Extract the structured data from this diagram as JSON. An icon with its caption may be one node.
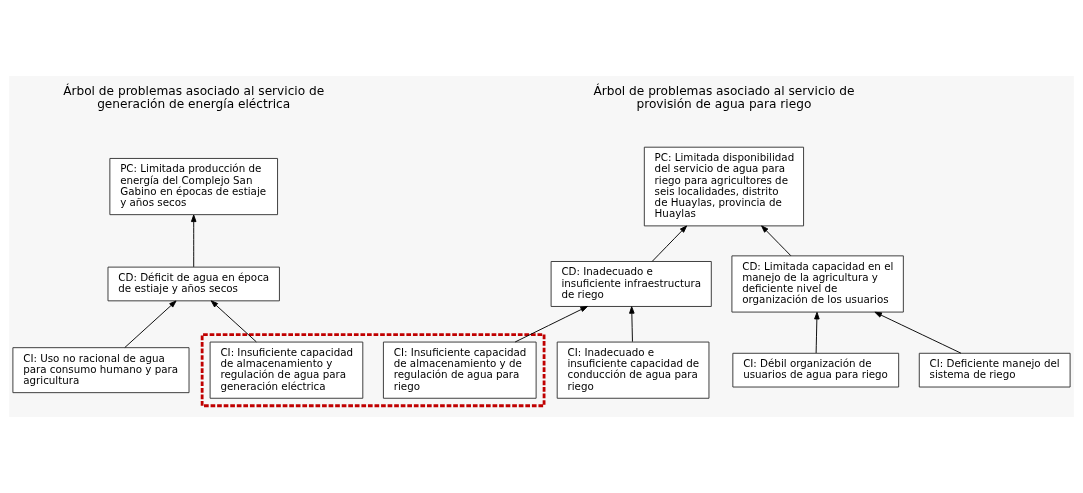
{
  "diagram": {
    "nodes": [
      {
        "text": [
          "PC: Limitada producción de energía del Complejo San Gabino en épocas de estiaje y años secos"
        ]
      },
      {
        "text": [
          "CD: Déficit de agua en época de estiaje y años secos"
        ]
      },
      {
        "text": [
          "CI: Uso no racional de agua para consumo humano y para agricultura"
        ]
      },
      {
        "text": [],
        "shape": "box"
      },
      {
        "text": [
          "CI: Insuficiente capacidad de almacenamiento y regulación de agua para generación eléctrica"
        ],
        "in": 3
      },
      {
        "text": [
          "CI: Insuficiente capacidad de almacenamiento y de regulación de agua para riego"
        ],
        "in": 3
      },
      {
        "text": [
          "PC: Limitada disponibilidad del servicio de agua para riego para agricultores de seis localidades, distrito de Huaylas, provincia de Huaylas"
        ]
      },
      {
        "text": [
          "CD: Inadecuado e insuficiente infraestructura de riego"
        ]
      },
      {
        "text": [
          "CD: Limitada capacidad en el manejo de la agricultura y deficiente nivel de organización de los usuarios"
        ]
      },
      {
        "text": [
          "CI: Inadecuado e insuficiente capacidad de conducción de agua para riego"
        ]
      },
      {
        "text": [
          "CI: Débil organización de usuarios de agua para riego"
        ]
      },
      {
        "text": [
          "CI: Deficiente manejo del sistema de riego"
        ]
      }
    ],
    "edges": [
      {
        "from": 1,
        "to": 0,
        "arrow": "to"
      },
      {
        "from": 2,
        "to": 1,
        "arrow": "to"
      },
      {
        "from": 4,
        "to": 1,
        "arrow": "to"
      },
      {
        "from": 7,
        "to": 6,
        "arrow": "to"
      },
      {
        "from": 8,
        "to": 6,
        "arrow": "to"
      },
      {
        "from": 9,
        "to": 7,
        "arrow": "to"
      },
      {
        "from": 5,
        "to": 7,
        "arrow": "to"
      },
      {
        "from": 10,
        "to": 8,
        "arrow": "to"
      },
      {
        "from": 11,
        "to": 8,
        "arrow": "to"
      }
    ],
    "labels": [
      "Árbol de problemas asociado al servicio de generación de energía eléctrica",
      "Árbol de problemas asociado al servicio de provisión de agua para riego"
    ]
  }
}
